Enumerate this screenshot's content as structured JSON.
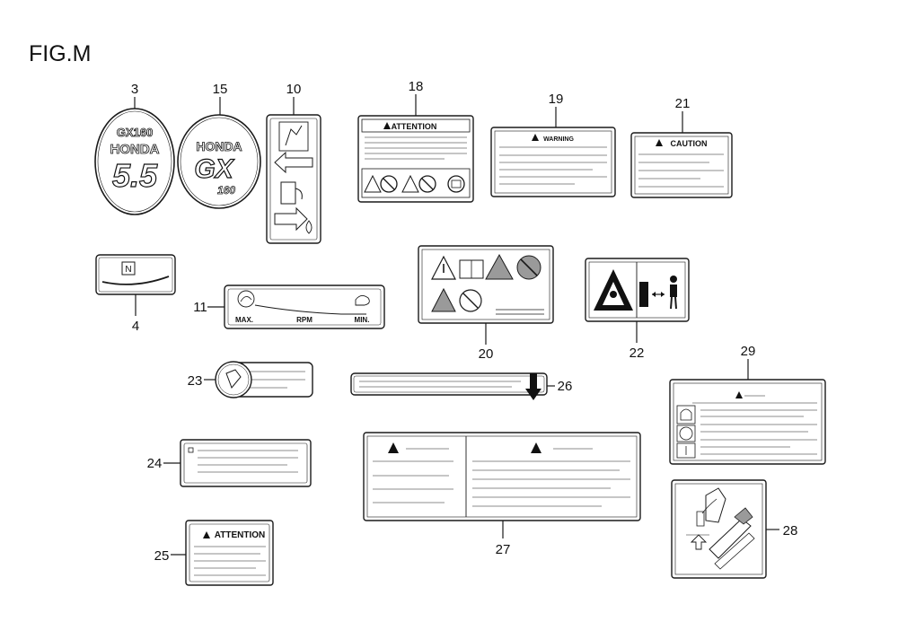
{
  "figure": {
    "title": "FIG.M"
  },
  "callouts": {
    "c3": "3",
    "c4": "4",
    "c10": "10",
    "c11": "11",
    "c15": "15",
    "c18": "18",
    "c19": "19",
    "c20": "20",
    "c21": "21",
    "c22": "22",
    "c23": "23",
    "c24": "24",
    "c25": "25",
    "c26": "26",
    "c27": "27",
    "c28": "28",
    "c29": "29"
  },
  "labels": {
    "l3": {
      "model": "GX160",
      "brand": "HONDA",
      "hp": "5.5"
    },
    "l15": {
      "brand": "HONDA",
      "series": "GX",
      "model": "160"
    },
    "l4": {
      "mark": "N"
    },
    "l11": {
      "max": "MAX.",
      "rpm": "RPM",
      "min": "MIN."
    },
    "l18": {
      "header": "ATTENTION"
    },
    "l19": {
      "header": "WARNING"
    },
    "l21": {
      "header": "CAUTION"
    },
    "l25": {
      "header": "ATTENTION"
    }
  },
  "colors": {
    "ink": "#1a1a1a",
    "paper": "#ffffff",
    "shade": "#9a9a9a"
  }
}
